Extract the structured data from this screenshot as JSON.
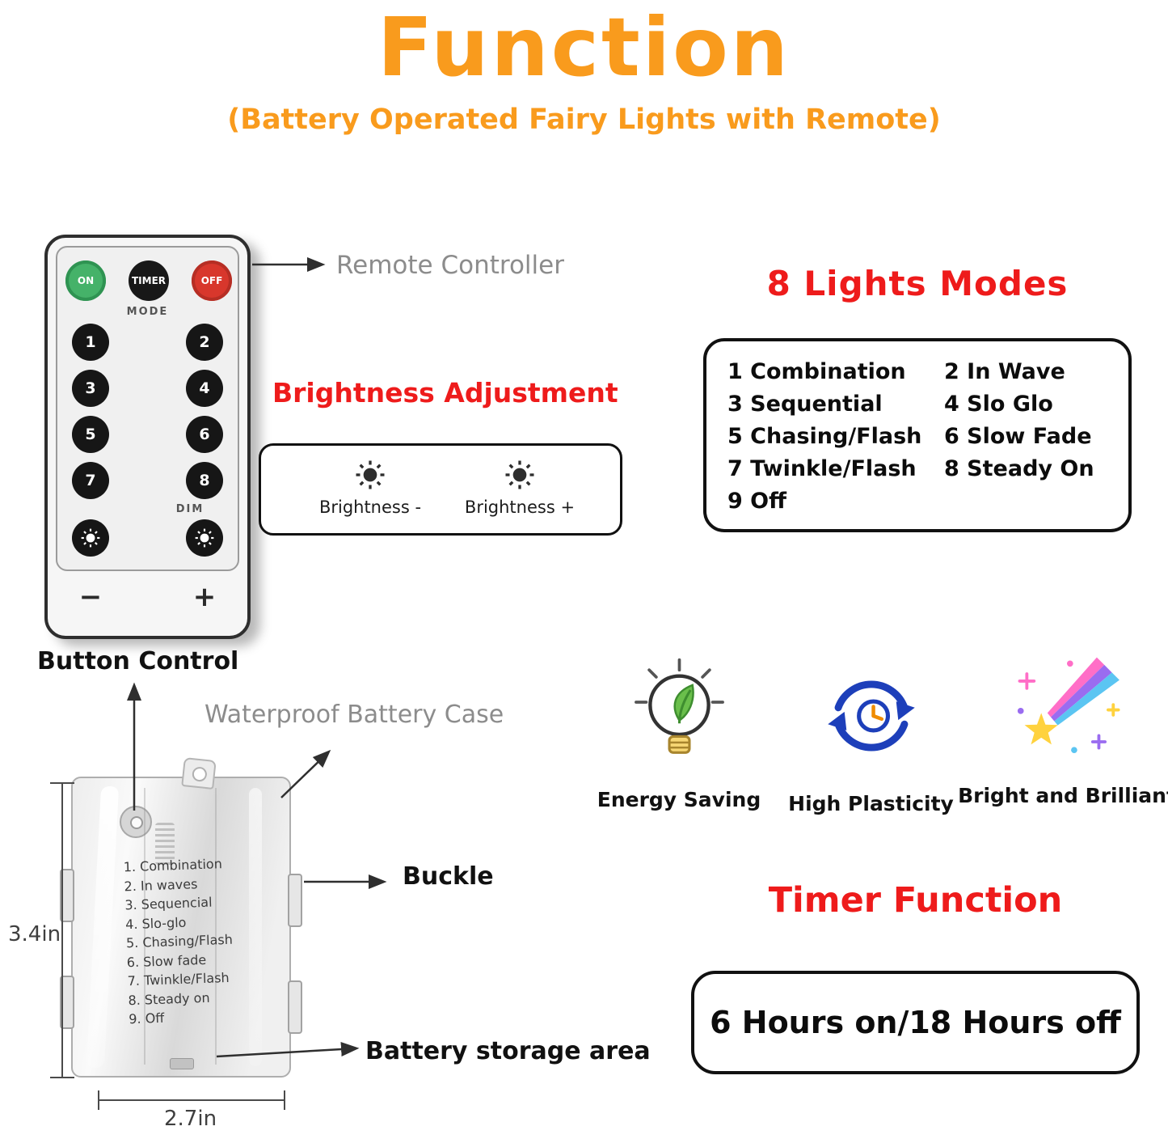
{
  "title": "Function",
  "subtitle": "(Battery Operated Fairy Lights with Remote)",
  "colors": {
    "title_orange": "#F99B1D",
    "heading_red": "#EE1B1B",
    "label_gray": "#8C8C8C",
    "on_button_green": "#45B269",
    "off_button_red": "#D8372C",
    "button_black": "#161616",
    "recycle_blue": "#1D3FBA",
    "leaf_green": "#6ABF4B",
    "star_yellow": "#FFD23E"
  },
  "remote": {
    "label": "Remote Controller",
    "annotation": "Button Control",
    "power_buttons": [
      {
        "label": "ON",
        "color": "#45B269"
      },
      {
        "label": "TIMER",
        "color": "#161616"
      },
      {
        "label": "OFF",
        "color": "#D8372C"
      }
    ],
    "mode_label": "MODE",
    "mode_buttons": [
      "1",
      "2",
      "3",
      "4",
      "5",
      "6",
      "7",
      "8"
    ],
    "dim_label": "DIM",
    "minus_label": "−",
    "plus_label": "+"
  },
  "brightness": {
    "heading": "Brightness Adjustment",
    "items": [
      {
        "icon": "sun-icon",
        "label": "Brightness -"
      },
      {
        "icon": "sun-icon",
        "label": "Brightness +"
      }
    ]
  },
  "light_modes": {
    "heading": "8 Lights Modes",
    "left_column": [
      "1 Combination",
      "3 Sequential",
      "5 Chasing/Flash",
      "7 Twinkle/Flash",
      "9 Off"
    ],
    "right_column": [
      "2 In Wave",
      "4 Slo Glo",
      "6 Slow Fade",
      "8 Steady On"
    ]
  },
  "battery_case": {
    "label": "Waterproof Battery Case",
    "buckle_label": "Buckle",
    "storage_label": "Battery storage area",
    "modes_list": [
      "1. Combination",
      "2. In waves",
      "3. Sequencial",
      "4. Slo-glo",
      "5. Chasing/Flash",
      "6. Slow fade",
      "7. Twinkle/Flash",
      "8. Steady on",
      "9. Off"
    ],
    "height_dimension": "3.4in",
    "width_dimension": "2.7in"
  },
  "features": [
    {
      "icon": "bulb-leaf-icon",
      "label": "Energy Saving"
    },
    {
      "icon": "recycle-clock-icon",
      "label": "High Plasticity"
    },
    {
      "icon": "shooting-star-icon",
      "label": "Bright and Brilliant"
    }
  ],
  "timer": {
    "heading": "Timer Function",
    "value": "6 Hours on/18 Hours off"
  }
}
